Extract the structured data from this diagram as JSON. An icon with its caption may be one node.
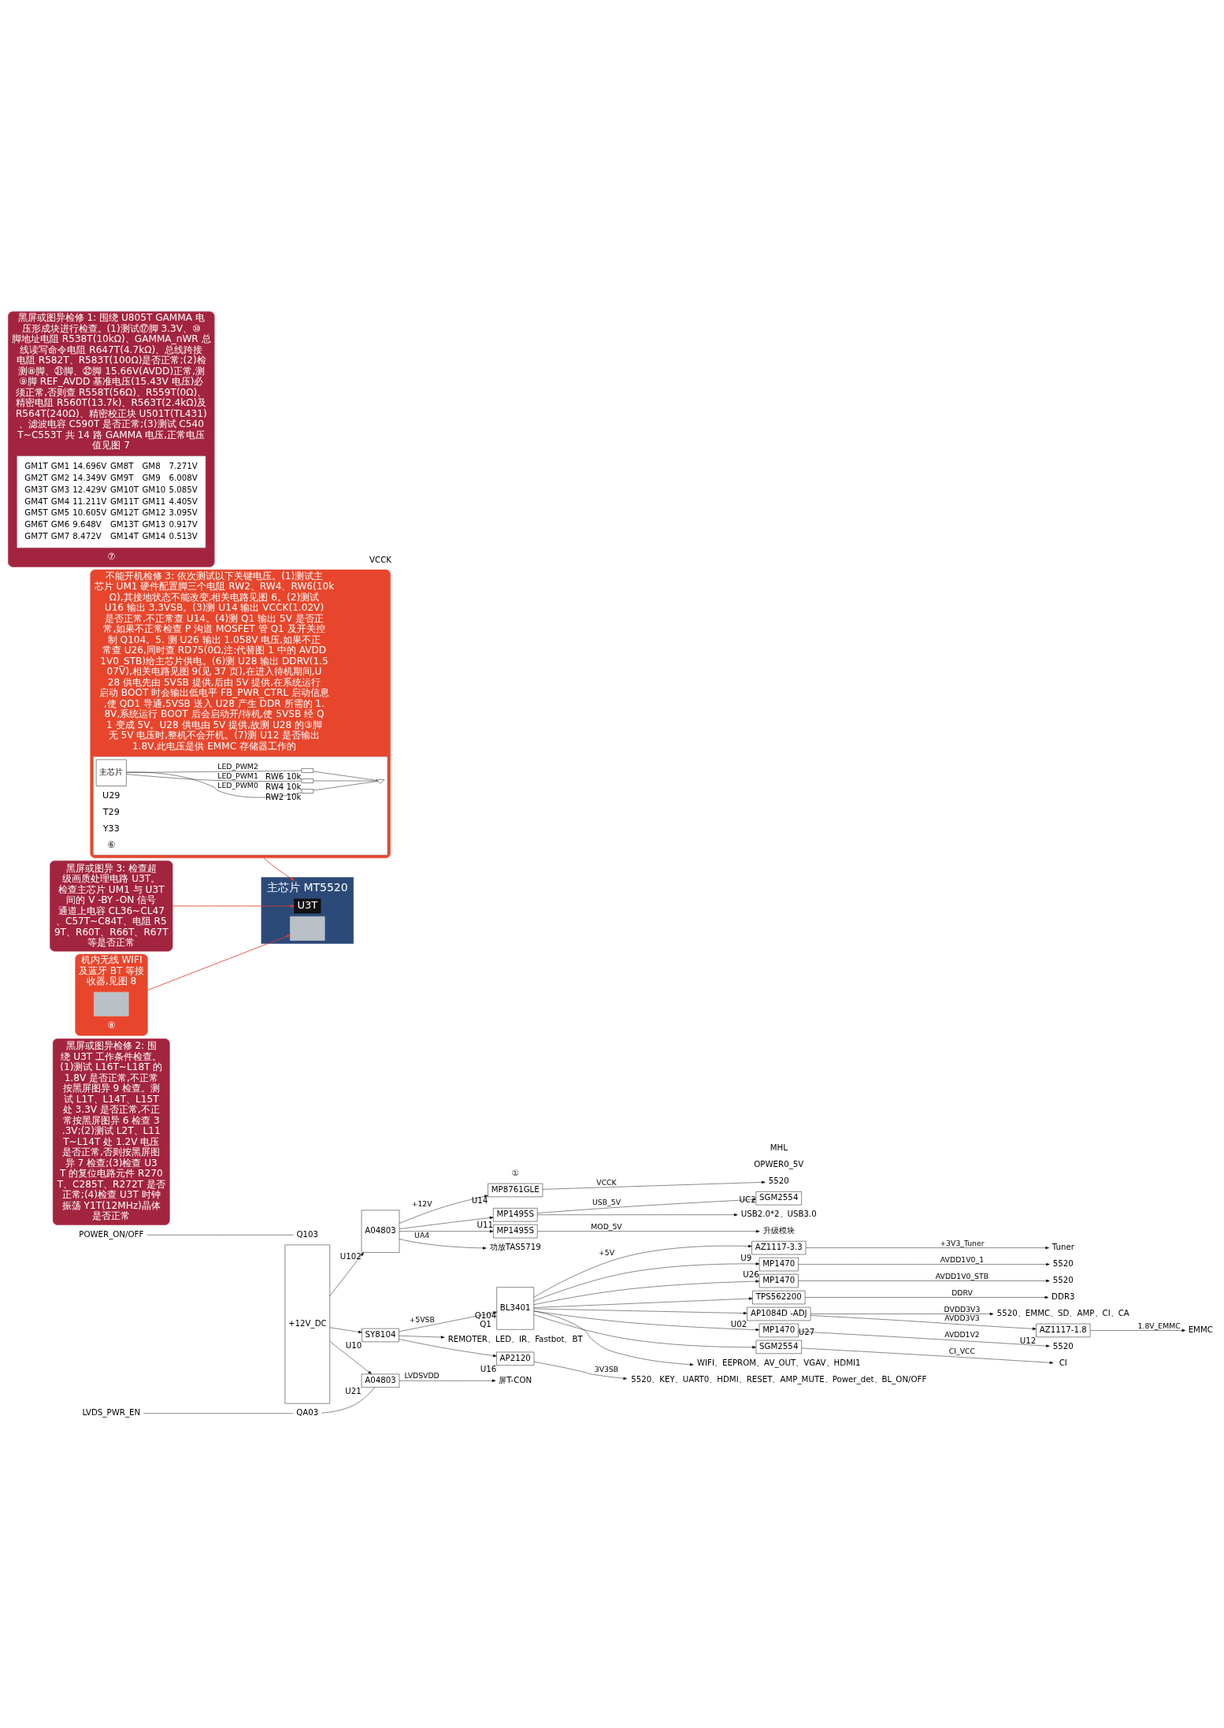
{
  "diagram": {
    "nodes": [
      {
        "text": [
          "+12V_DC"
        ]
      },
      {
        "text": [
          "A04803"
        ],
        "beside": [
          "U102"
        ]
      },
      {
        "text": [
          "POWER_ON/OFF"
        ]
      },
      {
        "text": [
          "Q103"
        ]
      },
      {
        "text": [
          "MP8761GLE"
        ],
        "beside": [
          "U14"
        ]
      },
      {
        "text": [
          "5520"
        ]
      },
      {
        "text": [
          "MP1495S"
        ],
        "beside": [
          "U11"
        ]
      },
      {
        "text": [
          "SGM2554"
        ],
        "beside": [
          "UC2"
        ]
      },
      {
        "text": [
          "USB2.0*2、USB3.0"
        ]
      },
      {
        "text": [
          "MP1495S"
        ]
      },
      {
        "text": [
          "升级模块"
        ]
      },
      {
        "text": [
          "功放TAS5719"
        ]
      },
      {
        "text": [
          "AZ1117-3.3"
        ],
        "beside": [
          "U9"
        ]
      },
      {
        "text": [
          "Tuner"
        ]
      },
      {
        "text": [
          "MP1470"
        ],
        "beside": [
          "U26"
        ]
      },
      {
        "text": [
          "5520"
        ]
      },
      {
        "text": [
          "MP1470"
        ]
      },
      {
        "text": [
          "5520"
        ]
      },
      {
        "text": [
          "SY8104"
        ],
        "beside": [
          "U10"
        ]
      },
      {
        "text": [
          "BL3401"
        ],
        "beside": [
          "Q104",
          "Q1"
        ]
      },
      {
        "text": [
          "TPS562200"
        ]
      },
      {
        "text": [
          "DDR3"
        ]
      },
      {
        "text": [
          "AP1084D -ADJ"
        ],
        "beside": [
          "U02"
        ]
      },
      {
        "text": [
          "5520、EMMC、SD、AMP、CI、CA"
        ]
      },
      {
        "text": [
          "AZ1117-1.8"
        ],
        "beside": [
          "U12"
        ]
      },
      {
        "text": [
          "EMMC"
        ]
      },
      {
        "text": [
          "MP1470"
        ],
        "beside": [
          "U27"
        ]
      },
      {
        "text": [
          "5520"
        ]
      },
      {
        "text": [
          "SGM2554"
        ]
      },
      {
        "text": [
          "CI"
        ]
      },
      {
        "text": [
          "WIFI、EEPROM、AV_OUT、VGAV、HDMI1"
        ]
      },
      {
        "text": [
          "REMOTER、LED、IR、Fastbot、BT"
        ]
      },
      {
        "text": [
          "LVDS_PWR_EN"
        ]
      },
      {
        "text": [
          "QA03"
        ]
      },
      {
        "text": [
          "AP2120"
        ],
        "beside": [
          "U16"
        ]
      },
      {
        "text": [
          "5520、KEY、UART0、HDMI、RESET、AMP_MUTE、Power_det、BL_ON/OFF"
        ]
      },
      {
        "text": [
          "A04803"
        ],
        "beside": [
          "U21"
        ]
      },
      {
        "text": [
          "屏T-CON"
        ]
      },
      {
        "text": [
          "黑屏或图异检修 2: 围绕 U3T 工作条件检查。(1)测试 L16T~L18T 的 1.8V 是否正常,不正常按黑屏图异 9 检查。测试 L1T、L14T、L15T 处 3.3V 是否正常,不正常按黑屏图异 6 检查 3.3V;(2)测试 L2T、L11T~L14T 处 1.2V 电压是否正常,否则按黑屏图异 7 检查;(3)检查 U3T 的复位电路元件 R270T、C285T、R272T 是否正常;(4)检查 U3T 时钟振荡 Y1T(12MHz)晶体是否正常"
        ]
      },
      {
        "text": [
          "不能开机检修 3: 依次测试以下关键电压。(1)测试主芯片 UM1 硬件配置脚三个电阻 RW2、RW4、RW6(10kΩ),其接地状态不能改变,相关电路见图 6。(2)测试 U16 输出 3.3VSB。(3)测 U14 输出 VCCK(1.02V)是否正常,不正常查 U14。(4)测 Q1 输出 5V 是否正常,如果不正常检查 P 沟道 MOSFET 管 Q1 及开关控制 Q104。5. 测 U26 输出 1.058V 电压,如果不正常查 U26,同时查 RD75(0Ω,注:代替图 1 中的 AVDD1V0_STB)给主芯片供电。(6)测 U28 输出 DDRV(1.507V),相关电路见图 9(见 37 页),在进入待机期间,U28 供电先由 5VSB 提供,后由 5V 提供,在系统运行启动 BOOT 时会输出低电平 FB_PWR_CTRL 启动信息,使 QD1 导通,5VSB 送入 U28 产生 DDR 所需的 1.8V,系统运行 BOOT 后会启动开/待机,使 5VSB 经 Q1 变成 5V。U28 供电由 5V 提供,故测 U28 的③脚无 5V 电压时,整机不会开机。(7)测 U12 是否输出 1.8V,此电压是供 EMMC 存储器工作的"
        ]
      },
      {
        "text": [],
        "shape": "box",
        "in": 39
      },
      {
        "text": [
          "主芯片"
        ],
        "in": 40
      },
      {
        "text": [],
        "shape": "box",
        "beside": [
          "RW2 10k"
        ],
        "in": 40
      },
      {
        "text": [],
        "shape": "box",
        "beside": [
          "RW4 10k"
        ],
        "in": 40
      },
      {
        "text": [],
        "shape": "box",
        "beside": [
          "RW6 10k"
        ],
        "in": 40
      },
      {
        "text": [],
        "shape": "ground",
        "in": 40
      },
      {
        "text": [
          "黑屏或图异 3: 检查超级画质处理电路 U3T。检查主芯片 UM1 与 U3T 间的 V -BY -ON 信号通道上电容 CL36~CL47、C57T~C84T、电阻 R59T、R60T、R66T、R67T 等是否正常"
        ]
      },
      {
        "text": [],
        "shape": "picture"
      },
      {
        "text": [
          "U3T"
        ],
        "in": 47
      },
      {
        "text": [
          "主芯片 MT5520"
        ],
        "in": 47
      },
      {
        "text": [],
        "shape": "box",
        "in": 47
      },
      {
        "text": [
          "机内无线 WIFI 及蓝牙 BT 等接收器,见图 8"
        ]
      },
      {
        "text": [],
        "shape": "box",
        "in": 51
      },
      {
        "text": [
          "黑屏或图异检修 1: 围绕 U805T GAMMA 电压形成块进行检查。(1)测试⑰脚 3.3V、⑩脚地址电阻 R538T(10kΩ)、GAMMA_nWR 总线读写命令电阻 R647T(4.7kΩ)、总线跨接电阻 R582T、R583T(100Ω)是否正常;(2)检测⑧脚、㉛脚、㉜脚 15.66V(AVDD)正常,测⑨脚 REF_AVDD 基准电压(15.43V 电压)必须正常,否则查 R558T(56Ω)、R559T(0Ω)、精密电阻 R560T(13.7k)、R563T(2.4kΩ)及 R564T(240Ω)、精密校正块 U501T(TL431)、滤波电容 C590T 是否正常;(3)测试 C540T~C553T 共 14 路 GAMMA 电压,正常电压值见图 7"
        ]
      },
      {
        "text": [],
        "shape": "box",
        "in": 53
      }
    ],
    "edges": [
      {
        "from": 0,
        "to": 1,
        "arrow": "to"
      },
      {
        "from": 2,
        "to": 3,
        "arrow": "none"
      },
      {
        "from": 1,
        "to": 4,
        "arrow": "to",
        "label": "+12V"
      },
      {
        "from": 1,
        "to": 6,
        "arrow": "to"
      },
      {
        "from": 1,
        "to": 9,
        "arrow": "to"
      },
      {
        "from": 1,
        "to": 11,
        "arrow": "to",
        "label": "UA4"
      },
      {
        "from": 4,
        "to": 5,
        "arrow": "to",
        "label": "VCCK"
      },
      {
        "from": 6,
        "to": 7,
        "arrow": "to",
        "label": "USB_5V"
      },
      {
        "from": 6,
        "to": 8,
        "arrow": "to"
      },
      {
        "from": 9,
        "to": 10,
        "arrow": "to",
        "label": "MOD_5V"
      },
      {
        "from": 0,
        "to": 18,
        "arrow": "to"
      },
      {
        "from": 18,
        "to": 19,
        "arrow": "to",
        "label": "+5VSB"
      },
      {
        "from": 19,
        "to": 12,
        "arrow": "to",
        "label": "+5V"
      },
      {
        "from": 19,
        "to": 14,
        "arrow": "to"
      },
      {
        "from": 19,
        "to": 16,
        "arrow": "to"
      },
      {
        "from": 19,
        "to": 20,
        "arrow": "to"
      },
      {
        "from": 19,
        "to": 22,
        "arrow": "to"
      },
      {
        "from": 19,
        "to": 26,
        "arrow": "to"
      },
      {
        "from": 19,
        "to": 28,
        "arrow": "to"
      },
      {
        "from": 19,
        "to": 30,
        "arrow": "to"
      },
      {
        "from": 12,
        "to": 13,
        "arrow": "to",
        "label": "+3V3_Tuner"
      },
      {
        "from": 14,
        "to": 15,
        "arrow": "to",
        "label": "AVDD1V0_1"
      },
      {
        "from": 16,
        "to": 17,
        "arrow": "to",
        "label": "AVDD1V0_STB"
      },
      {
        "from": 20,
        "to": 21,
        "arrow": "to",
        "label": "DDRV"
      },
      {
        "from": 22,
        "to": 23,
        "arrow": "to",
        "label": "DVDD3V3"
      },
      {
        "from": 22,
        "to": 24,
        "arrow": "to",
        "label": "AVDD3V3"
      },
      {
        "from": 24,
        "to": 25,
        "arrow": "to",
        "label": "1.8V_EMMC"
      },
      {
        "from": 26,
        "to": 27,
        "arrow": "to",
        "label": "AVDD1V2"
      },
      {
        "from": 28,
        "to": 29,
        "arrow": "to",
        "label": "CI_VCC"
      },
      {
        "from": 18,
        "to": 31,
        "arrow": "to"
      },
      {
        "from": 18,
        "to": 34,
        "arrow": "to"
      },
      {
        "from": 34,
        "to": 35,
        "arrow": "to",
        "label": "3V3SB"
      },
      {
        "from": 0,
        "to": 36,
        "arrow": "to"
      },
      {
        "from": 32,
        "to": 33,
        "arrow": "none"
      },
      {
        "from": 33,
        "to": 36,
        "arrow": "none"
      },
      {
        "from": 36,
        "to": 37,
        "arrow": "to",
        "label": "LVDSVDD"
      },
      {
        "from": 41,
        "to": 42,
        "arrow": "none",
        "label": "LED_PWM0"
      },
      {
        "from": 41,
        "to": 43,
        "arrow": "none",
        "label": "LED_PWM1"
      },
      {
        "from": 41,
        "to": 44,
        "arrow": "none",
        "label": "LED_PWM2"
      },
      {
        "from": 42,
        "to": 45,
        "arrow": "none"
      },
      {
        "from": 43,
        "to": 45,
        "arrow": "none"
      },
      {
        "from": 44,
        "to": 45,
        "arrow": "none"
      },
      {
        "from": 46,
        "to": 48,
        "arrow": "to",
        "color": "#e03a2e"
      },
      {
        "from": 39,
        "to": 49,
        "arrow": "to",
        "color": "#e03a2e"
      },
      {
        "from": 51,
        "to": 50,
        "arrow": "to",
        "color": "#e03a2e"
      }
    ],
    "labels": [
      "OPWER0_5V",
      "MHL",
      "VCCK",
      "①",
      "U29",
      "T29",
      "Y33",
      "⑥",
      "GM1T",
      "GM1",
      "14.696V",
      "GM8T",
      "GM8",
      "7.271V",
      "GM2T",
      "GM2",
      "14.349V",
      "GM9T",
      "GM9",
      "6.008V",
      "GM3T",
      "GM3",
      "12.429V",
      "GM10T",
      "GM10",
      "5.085V",
      "GM4T",
      "GM4",
      "11.211V",
      "GM11T",
      "GM11",
      "4.405V",
      "GM5T",
      "GM5",
      "10.605V",
      "GM12T",
      "GM12",
      "3.095V",
      "GM6T",
      "GM6",
      "9.648V",
      "GM13T",
      "GM13",
      "0.917V",
      "GM7T",
      "GM7",
      "8.472V",
      "GM14T",
      "GM14",
      "0.513V",
      "⑦",
      "⑧"
    ]
  }
}
